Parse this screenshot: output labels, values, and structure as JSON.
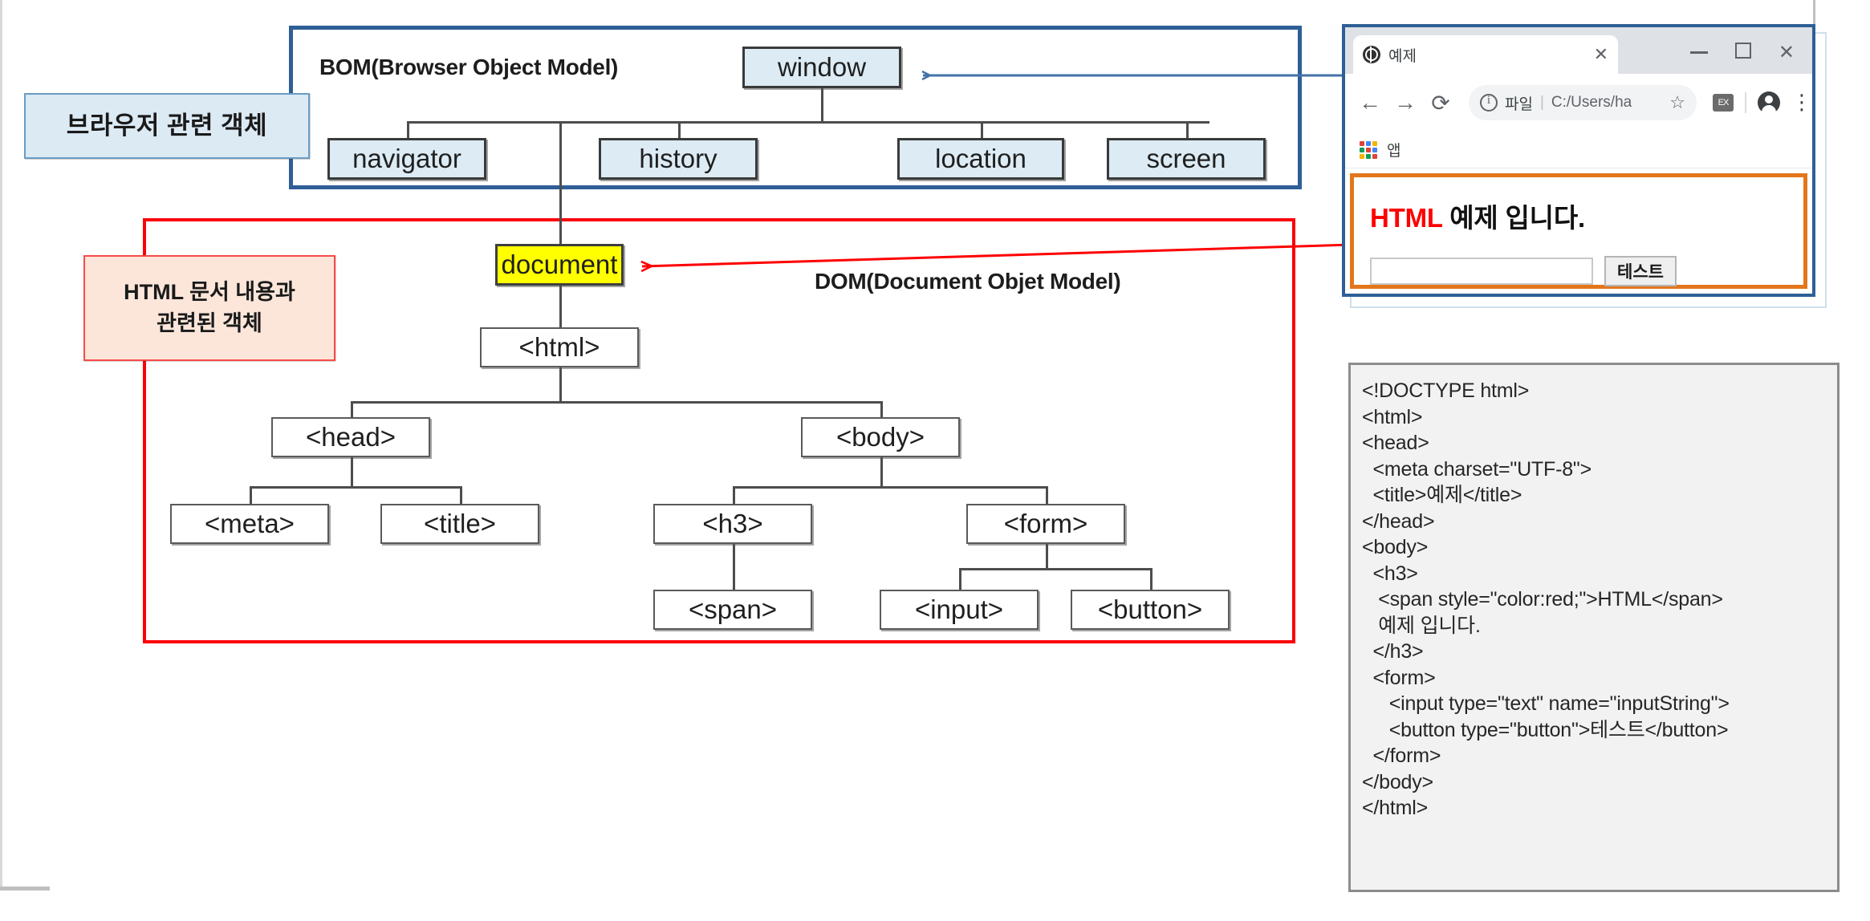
{
  "callouts": {
    "browser_objects": "브라우저 관련 객체",
    "html_objects_line1": "HTML 문서 내용과",
    "html_objects_line2": "관련된 객체"
  },
  "regions": {
    "bom_title": "BOM(Browser Object Model)",
    "dom_title": "DOM(Document Objet Model)",
    "bom_border_color": "#2e5f96",
    "dom_border_color": "#fb0007"
  },
  "tree": {
    "window": "window",
    "navigator": "navigator",
    "history": "history",
    "location": "location",
    "screen": "screen",
    "document": "document",
    "html": "<html>",
    "head": "<head>",
    "body": "<body>",
    "meta": "<meta>",
    "title": "<title>",
    "h3": "<h3>",
    "form": "<form>",
    "span": "<span>",
    "input": "<input>",
    "button": "<button>"
  },
  "browser": {
    "tab_title": "예제",
    "tab_close_label": "✕",
    "favicon_name": "globe-favicon",
    "minimize_label": "",
    "maximize_label": "",
    "close_label": "✕",
    "back_label": "←",
    "forward_label": "→",
    "reload_label": "⟳",
    "url_scheme": "파일",
    "url_separator": "|",
    "url_path": "C:/Users/ha",
    "star_label": "☆",
    "extension_label": "EX",
    "kebab_label": "⋮",
    "bookmark_label": "앱",
    "page": {
      "heading_red": "HTML",
      "heading_rest": " 예제 입니다.",
      "input_value": "",
      "input_placeholder": "",
      "button_label": "테스트",
      "frame_color": "#e3761b"
    }
  },
  "code": {
    "lines": [
      "<!DOCTYPE html>",
      "<html>",
      "<head>",
      "  <meta charset=\"UTF-8\">",
      "  <title>예제</title>",
      "</head>",
      "<body>",
      "  <h3>",
      "   <span style=\"color:red;\">HTML</span>",
      "   예제 입니다.",
      "  </h3>",
      "  <form>",
      "     <input type=\"text\" name=\"inputString\">",
      "     <button type=\"button\">테스트</button>",
      "  </form>",
      "</body>",
      "</html>"
    ]
  },
  "arrows": {
    "window_arrow_color": "#4472a8",
    "document_arrow_color": "#ff0000"
  }
}
